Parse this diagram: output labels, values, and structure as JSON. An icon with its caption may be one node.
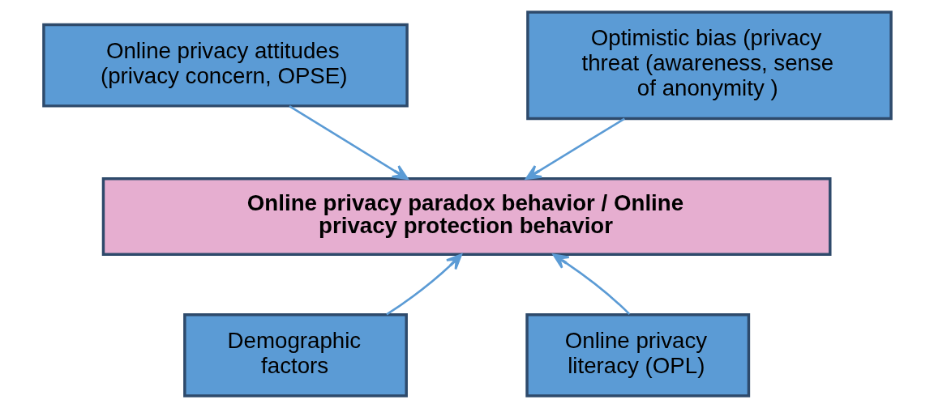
{
  "diagram": {
    "nodes": [
      {
        "text": [
          "Online privacy attitudes (privacy concern, OPSE)"
        ]
      },
      {
        "text": [
          "Optimistic bias (privacy threat (awareness, sense of anonymity )"
        ]
      },
      {
        "text": [
          "Online privacy paradox behavior / Online privacy protection behavior"
        ]
      },
      {
        "text": [
          "Demographic factors"
        ]
      },
      {
        "text": [
          "Online privacy literacy (OPL)"
        ]
      }
    ],
    "edges": [
      {
        "from": 0,
        "to": 2,
        "arrow": "to"
      },
      {
        "from": 1,
        "to": 2,
        "arrow": "to"
      },
      {
        "from": 3,
        "to": 2,
        "arrow": "to"
      },
      {
        "from": 4,
        "to": 2,
        "arrow": "to"
      }
    ]
  }
}
